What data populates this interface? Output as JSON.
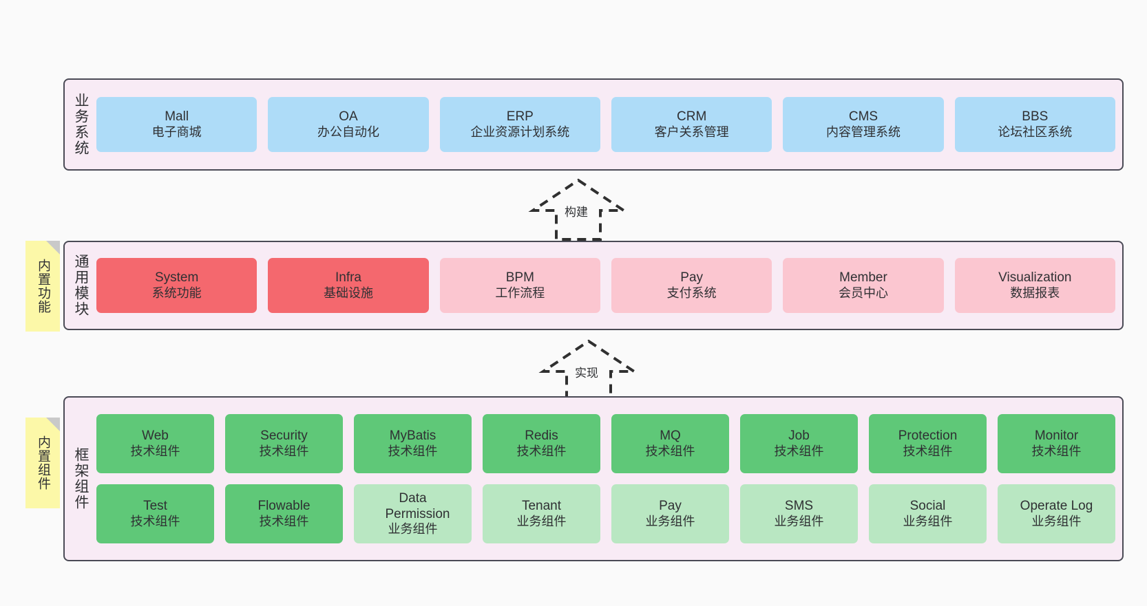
{
  "diagram": {
    "title_hidden": "",
    "colors": {
      "canvas_bg": "#fafafa",
      "layer_bg": "#f8ebf5",
      "layer_border": "#4a4a55",
      "blue": "#aedcf8",
      "red": "#f4686e",
      "pink": "#fbc6d0",
      "green": "#5fc878",
      "light_green": "#b9e7c2",
      "note_yellow": "#fcf8a8",
      "note_fold": "#c9c9c9",
      "text": "#2f3033"
    }
  },
  "layers": [
    {
      "key": "business",
      "title": "业务系统",
      "rows": [
        {
          "cards": [
            {
              "name": "Mall",
              "sub": "电子商城",
              "color": "c-blue"
            },
            {
              "name": "OA",
              "sub": "办公自动化",
              "color": "c-blue"
            },
            {
              "name": "ERP",
              "sub": "企业资源计划系统",
              "color": "c-blue"
            },
            {
              "name": "CRM",
              "sub": "客户关系管理",
              "color": "c-blue"
            },
            {
              "name": "CMS",
              "sub": "内容管理系统",
              "color": "c-blue"
            },
            {
              "name": "BBS",
              "sub": "论坛社区系统",
              "color": "c-blue"
            }
          ]
        }
      ]
    },
    {
      "key": "common",
      "title": "通用模块",
      "note": "内置功能",
      "rows": [
        {
          "cards": [
            {
              "name": "System",
              "sub": "系统功能",
              "color": "c-red"
            },
            {
              "name": "Infra",
              "sub": "基础设施",
              "color": "c-red"
            },
            {
              "name": "BPM",
              "sub": "工作流程",
              "color": "c-pink"
            },
            {
              "name": "Pay",
              "sub": "支付系统",
              "color": "c-pink"
            },
            {
              "name": "Member",
              "sub": "会员中心",
              "color": "c-pink"
            },
            {
              "name": "Visualization",
              "sub": "数据报表",
              "color": "c-pink"
            }
          ]
        }
      ]
    },
    {
      "key": "framework",
      "title": "框架组件",
      "note": "内置组件",
      "rows": [
        {
          "cards": [
            {
              "name": "Web",
              "sub": "技术组件",
              "color": "c-green"
            },
            {
              "name": "Security",
              "sub": "技术组件",
              "color": "c-green"
            },
            {
              "name": "MyBatis",
              "sub": "技术组件",
              "color": "c-green"
            },
            {
              "name": "Redis",
              "sub": "技术组件",
              "color": "c-green"
            },
            {
              "name": "MQ",
              "sub": "技术组件",
              "color": "c-green"
            },
            {
              "name": "Job",
              "sub": "技术组件",
              "color": "c-green"
            },
            {
              "name": "Protection",
              "sub": "技术组件",
              "color": "c-green"
            },
            {
              "name": "Monitor",
              "sub": "技术组件",
              "color": "c-green"
            }
          ]
        },
        {
          "cards": [
            {
              "name": "Test",
              "sub": "技术组件",
              "color": "c-green"
            },
            {
              "name": "Flowable",
              "sub": "技术组件",
              "color": "c-green"
            },
            {
              "name": "Data Permission",
              "sub": "业务组件",
              "color": "c-lgreen"
            },
            {
              "name": "Tenant",
              "sub": "业务组件",
              "color": "c-lgreen"
            },
            {
              "name": "Pay",
              "sub": "业务组件",
              "color": "c-lgreen"
            },
            {
              "name": "SMS",
              "sub": "业务组件",
              "color": "c-lgreen"
            },
            {
              "name": "Social",
              "sub": "业务组件",
              "color": "c-lgreen"
            },
            {
              "name": "Operate Log",
              "sub": "业务组件",
              "color": "c-lgreen"
            }
          ]
        }
      ]
    }
  ],
  "connectors": [
    {
      "key": "build",
      "label": "构建",
      "style": "dashed-generalization"
    },
    {
      "key": "realize",
      "label": "实现",
      "style": "dashed-generalization"
    }
  ]
}
